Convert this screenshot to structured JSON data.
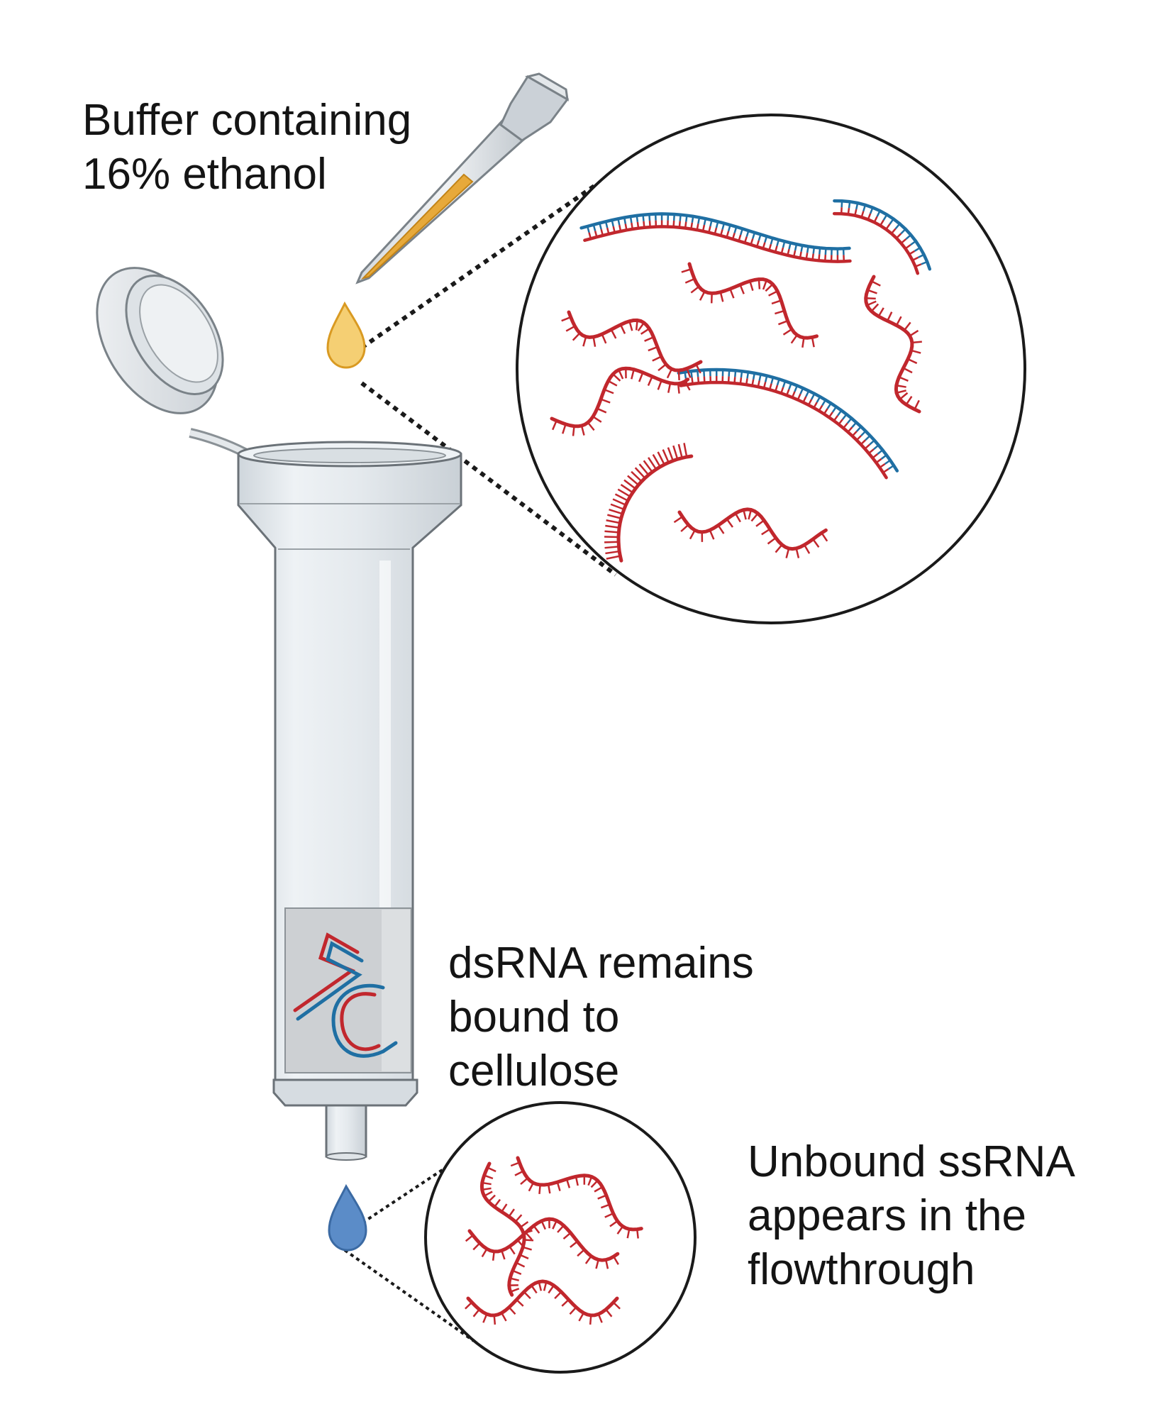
{
  "labels": {
    "buffer": [
      "Buffer containing",
      "16% ethanol"
    ],
    "dsrna": [
      "dsRNA remains",
      "bound to",
      "cellulose"
    ],
    "ssrna": [
      "Unbound ssRNA",
      "appears in the",
      "flowthrough"
    ]
  },
  "colors": {
    "ssrna_red": "#c1272d",
    "dsrna_blue": "#1f6fa3",
    "buffer_drop": "#f5cf73",
    "flow_drop": "#5b8cc8",
    "column": "#e3e8ec",
    "outline": "#6b7278"
  }
}
